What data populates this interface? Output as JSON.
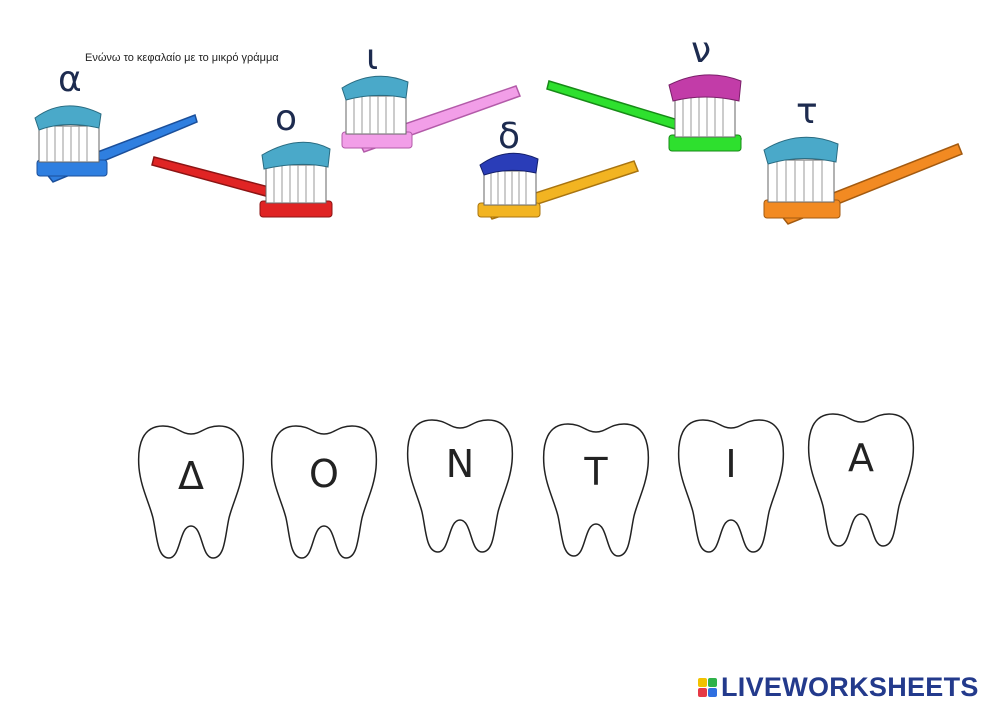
{
  "instruction": "Ενώνω το κεφαλαίο με το μικρό γράμμα",
  "brushes": [
    {
      "letter": "α",
      "handle_color": "#2f7fe0",
      "paste_color": "#4aa9c9"
    },
    {
      "letter": "ο",
      "handle_color": "#e02424",
      "paste_color": "#4aa9c9"
    },
    {
      "letter": "ι",
      "handle_color": "#f29ee8",
      "paste_color": "#4aa9c9"
    },
    {
      "letter": "δ",
      "handle_color": "#f2b422",
      "paste_color": "#2a3db8"
    },
    {
      "letter": "ν",
      "handle_color": "#2ee02e",
      "paste_color": "#c23ca8"
    },
    {
      "letter": "τ",
      "handle_color": "#f28a22",
      "paste_color": "#4aa9c9"
    }
  ],
  "teeth": [
    {
      "letter": "Δ"
    },
    {
      "letter": "Ο"
    },
    {
      "letter": "Ν"
    },
    {
      "letter": "Τ"
    },
    {
      "letter": "Ι"
    },
    {
      "letter": "Α"
    }
  ],
  "brand": {
    "name": "LIVEWORKSHEETS",
    "color": "#233a8c",
    "badge_colors": [
      "#f2c200",
      "#2fb24a",
      "#e63946",
      "#2f6fe0"
    ]
  }
}
